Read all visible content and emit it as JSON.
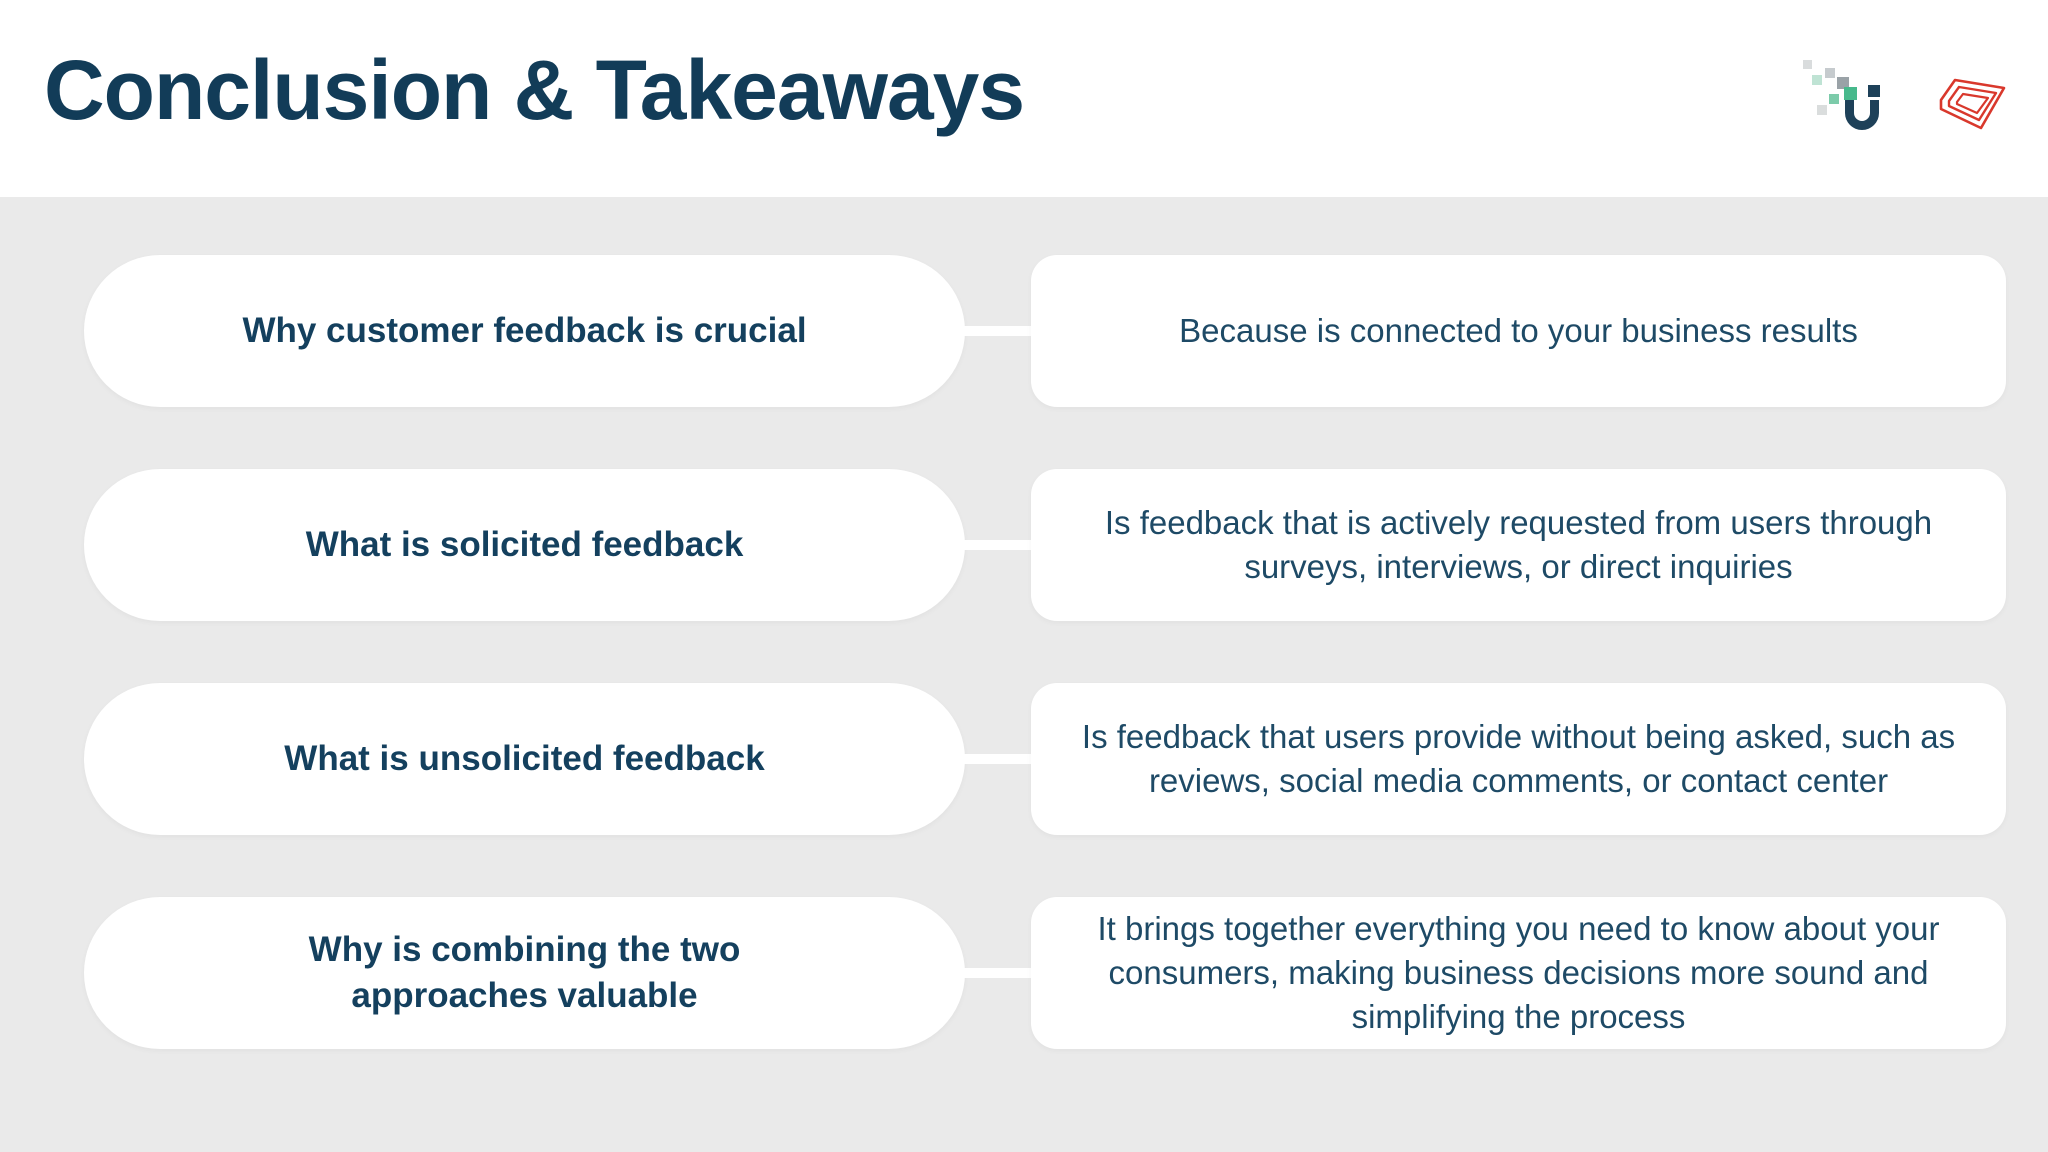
{
  "header": {
    "title": "Conclusion & Takeaways"
  },
  "logos": {
    "left_icon": "pixel-u-logo",
    "right_icon": "heart-outline-logo"
  },
  "rows": [
    {
      "question": "Why customer feedback is crucial",
      "answer": "Because is connected to your business results"
    },
    {
      "question": "What is solicited feedback",
      "answer": "Is feedback that is actively requested from users through surveys, interviews, or direct inquiries"
    },
    {
      "question": "What is unsolicited feedback",
      "answer": "Is feedback that users provide without being asked, such as reviews, social media comments, or contact center"
    },
    {
      "question": "Why is combining the two approaches valuable",
      "answer": "It brings together everything you need to know about your consumers, making business decisions more sound and simplifying the process"
    }
  ],
  "colors": {
    "title_navy": "#123C58",
    "pill_navy": "#14405E",
    "body_navy": "#1E4A66",
    "background_gray": "#EAEAEA",
    "card_white": "#FFFFFF",
    "logo_green": "#47B98C",
    "logo_navy": "#1E4159",
    "logo_red": "#D9382C"
  }
}
